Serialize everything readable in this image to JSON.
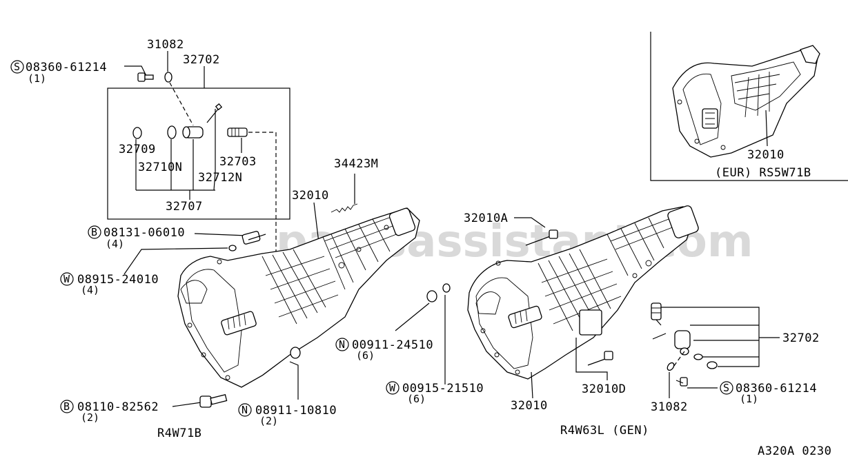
{
  "watermark": "partsassistant.com",
  "labels": {
    "c31082_top": "31082",
    "c32702_top": "32702",
    "bolt_s_top": "08360-61214",
    "bolt_s_top_qty": "(1)",
    "c32709": "32709",
    "c32710n": "32710N",
    "c32703": "32703",
    "c32712n": "32712N",
    "c32707": "32707",
    "c34423m": "34423M",
    "c32010_left": "32010",
    "bolt_b1": "08131-06010",
    "bolt_b1_qty": "(4)",
    "washer_w1": "08915-24010",
    "washer_w1_qty": "(4)",
    "bolt_b2": "08110-82562",
    "bolt_b2_qty": "(2)",
    "nut_n1": "08911-10810",
    "nut_n1_qty": "(2)",
    "model_left": "R4W71B",
    "c32010a": "32010A",
    "nut_n2": "00911-24510",
    "nut_n2_qty": "(6)",
    "washer_w2": "00915-21510",
    "washer_w2_qty": "(6)",
    "c32010_mid": "32010",
    "c32010d": "32010D",
    "c32702_right": "32702",
    "c31082_right": "31082",
    "bolt_s_right": "08360-61214",
    "bolt_s_right_qty": "(1)",
    "model_mid": "R4W63L (GEN)",
    "c32010_inset": "32010",
    "model_inset": "(EUR) RS5W71B",
    "diagram_code": "A320A 0230"
  },
  "prefix_marks": {
    "s": "S",
    "b": "B",
    "w": "W",
    "n": "N"
  }
}
